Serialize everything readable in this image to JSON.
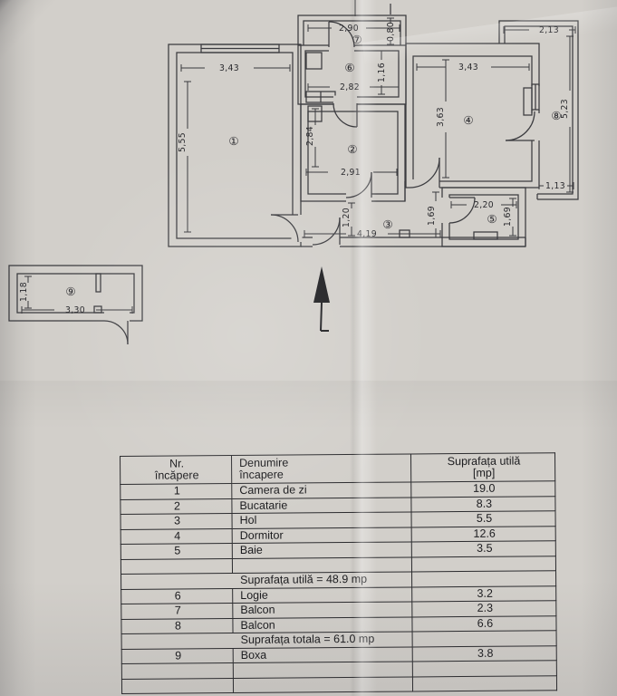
{
  "plan": {
    "room_labels": {
      "r1": "①",
      "r2": "②",
      "r3": "③",
      "r4": "④",
      "r5": "⑤",
      "r6": "⑥",
      "r7": "⑦",
      "r8": "⑧",
      "r9": "⑨"
    },
    "dims": {
      "living_w": "3,43",
      "living_h": "5,55",
      "balcony7_w": "2,90",
      "balcony7_d": "0,80",
      "vestibule_w": "2,82",
      "vestibule_d": "1,16",
      "kitchen_h": "2,84",
      "kitchen_w": "2,91",
      "hall_h": "1,20",
      "hall_w": "4,19",
      "bedroom_w": "3,43",
      "bedroom_h": "3,63",
      "balcony8_w": "2,13",
      "balcony8_h": "5,23",
      "balcony8_b": "1,13",
      "bath_w": "2,20",
      "bath_h_left": "1,69",
      "bath_h_right": "1,69",
      "boxa_h": "1,18",
      "boxa_w": "3,30"
    }
  },
  "table": {
    "header": {
      "c1a": "Nr.",
      "c1b": "încăpere",
      "c2a": "Denumire",
      "c2b": "încapere",
      "c3a": "Suprafața utilă",
      "c3b": "[mp]"
    },
    "rows": [
      {
        "nr": "1",
        "name": "Camera de zi",
        "area": "19.0"
      },
      {
        "nr": "2",
        "name": "Bucatarie",
        "area": "8.3"
      },
      {
        "nr": "3",
        "name": "Hol",
        "area": "5.5"
      },
      {
        "nr": "4",
        "name": "Dormitor",
        "area": "12.6"
      },
      {
        "nr": "5",
        "name": "Baie",
        "area": "3.5"
      }
    ],
    "subtotal": "Suprafața utilă = 48.9 mp",
    "rows2": [
      {
        "nr": "6",
        "name": "Logie",
        "area": "3.2"
      },
      {
        "nr": "7",
        "name": "Balcon",
        "area": "2.3"
      },
      {
        "nr": "8",
        "name": "Balcon",
        "area": "6.6"
      }
    ],
    "total": "Suprafața totala = 61.0 mp",
    "rows3": [
      {
        "nr": "9",
        "name": "Boxa",
        "area": "3.8"
      }
    ]
  }
}
